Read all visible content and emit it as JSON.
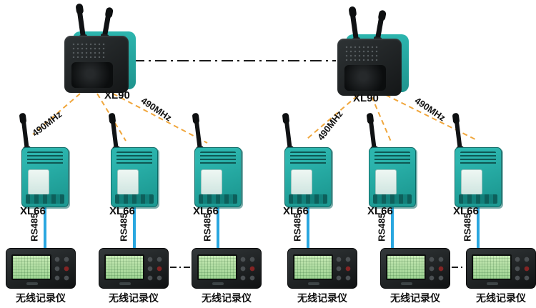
{
  "diagram": {
    "gateways": [
      {
        "label": "XL90"
      },
      {
        "label": "XL90"
      }
    ],
    "modules": [
      {
        "label": "XL66"
      },
      {
        "label": "XL66"
      },
      {
        "label": "XL66"
      },
      {
        "label": "XL66"
      },
      {
        "label": "XL66"
      },
      {
        "label": "XL66"
      }
    ],
    "recorders": [
      {
        "label": "无线记录仪"
      },
      {
        "label": "无线记录仪"
      },
      {
        "label": "无线记录仪"
      },
      {
        "label": "无线记录仪"
      },
      {
        "label": "无线记录仪"
      },
      {
        "label": "无线记录仪"
      }
    ],
    "links": {
      "rf_label": "490MHz",
      "bus_label": "RS485"
    },
    "colors": {
      "rf_line": "#f0a63c",
      "bus_line": "#2aa7e0",
      "backbone": "#1a1a1a",
      "device_teal": "#2cb5ae",
      "device_teal_dark": "#0e6a66",
      "screen_green": "#9fd494"
    }
  }
}
